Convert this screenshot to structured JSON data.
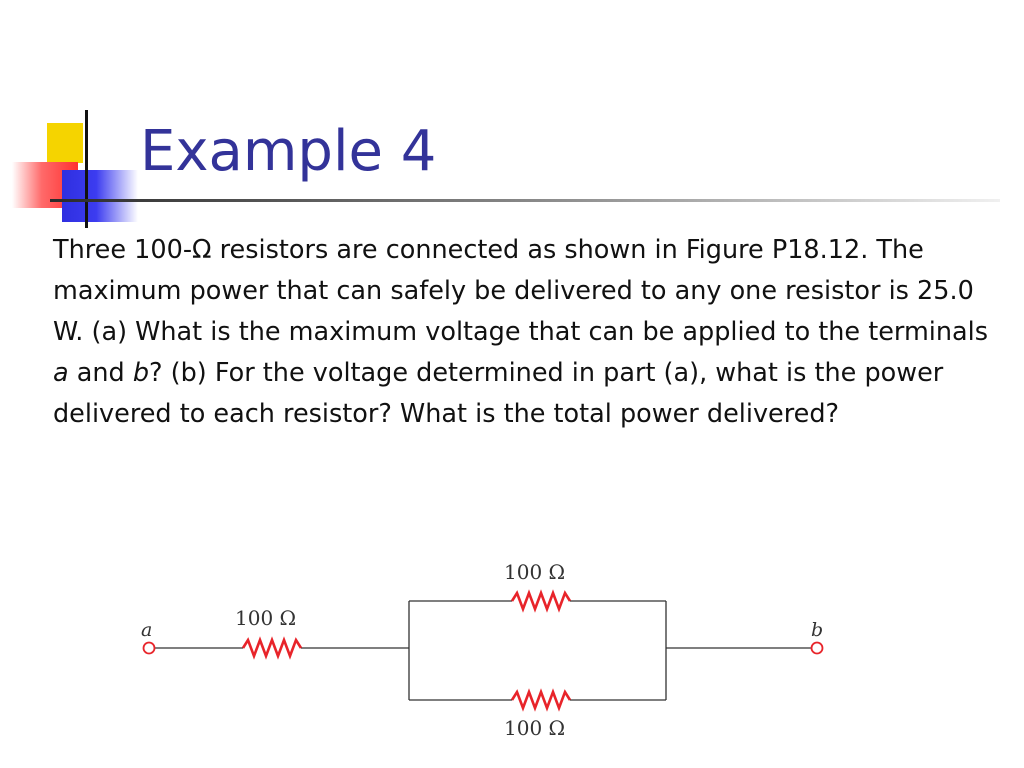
{
  "slide": {
    "title": "Example 4",
    "problem": {
      "part1": "Three 100-Ω resistors are connected as shown in Figure P18.12. The maximum power that can safely be delivered to any one resistor is 25.0 W. (a) What is the maximum voltage that can be applied to the terminals ",
      "term_a": "a",
      "and": " and ",
      "term_b": "b",
      "part2": "? (b) For the voltage determined in part (a), what is the power delivered to each resistor? What is the total power delivered?"
    }
  },
  "circuit": {
    "terminal_a": "a",
    "terminal_b": "b",
    "resistor_series_label": "100 Ω",
    "resistor_top_label": "100 Ω",
    "resistor_bottom_label": "100 Ω"
  },
  "colors": {
    "title": "#333399",
    "resistor": "#e8242a",
    "wire": "#333333"
  }
}
